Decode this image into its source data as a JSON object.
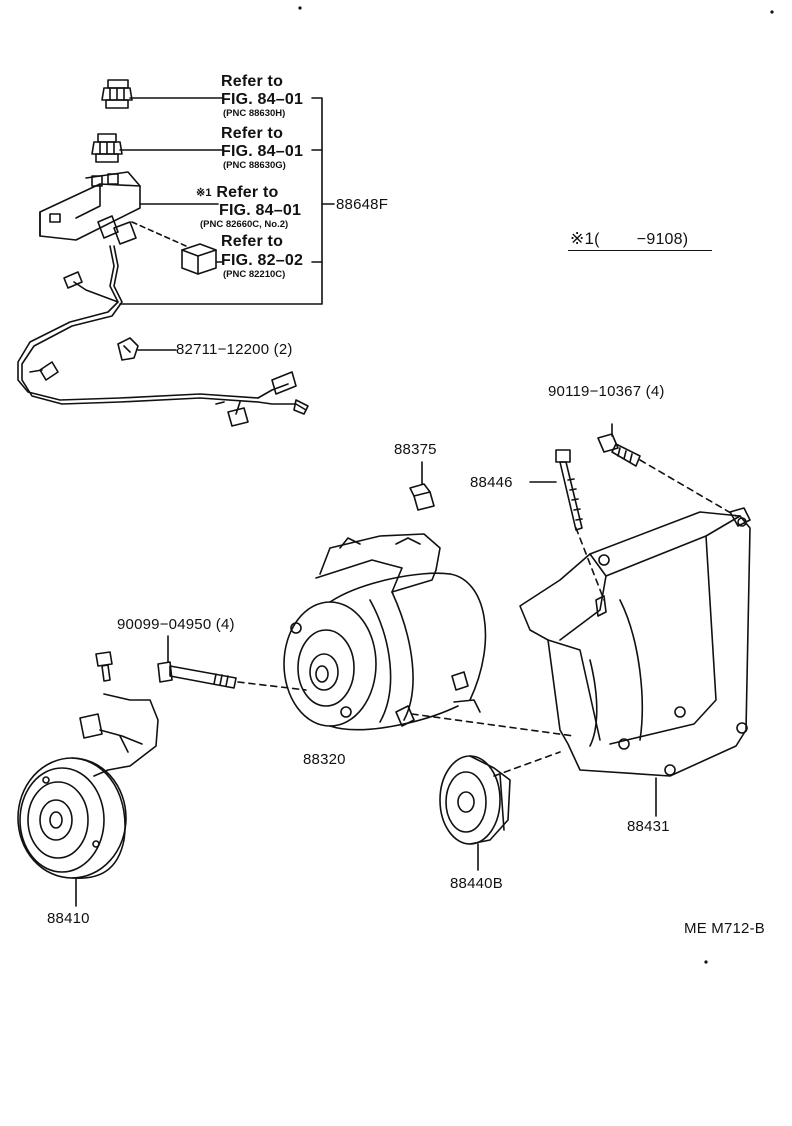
{
  "refs": [
    {
      "line1": "Refer to",
      "line2": "FIG. 84–01",
      "pnc": "(PNC 88630H)"
    },
    {
      "line1": "Refer to",
      "line2": "FIG. 84–01",
      "pnc": "(PNC 88630G)"
    },
    {
      "mark": "※1",
      "line1": "Refer to",
      "line2": "FIG. 84–01",
      "pnc": "(PNC 82660C, No.2)"
    },
    {
      "line1": "Refer to",
      "line2": "FIG. 82–02",
      "pnc": "(PNC 82210C)"
    }
  ],
  "note": {
    "mark": "※1",
    "text": "(        −9108)"
  },
  "parts": {
    "harness_group": "88648F",
    "clamp": "82711−12200 (2)",
    "cap": "88375",
    "bolt_long": "88446",
    "bolt_bracket": "90119−10367 (4)",
    "bolt_compressor": "90099−04950 (4)",
    "compressor": "88320",
    "bracket": "88431",
    "idler_pulley": "88440B",
    "clutch": "88410"
  },
  "code": "ME M712-B"
}
